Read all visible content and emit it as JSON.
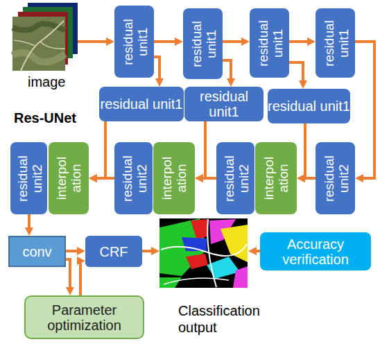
{
  "diagram": {
    "nodes": [
      {
        "text": [
          "residual unit1"
        ]
      },
      {
        "text": [
          "residual unit1"
        ]
      },
      {
        "text": [
          "residual unit1"
        ]
      },
      {
        "text": [
          "residual unit1"
        ]
      },
      {
        "text": [
          "residual unit1"
        ]
      },
      {
        "text": [
          "residual unit1"
        ]
      },
      {
        "text": [
          "residual unit1"
        ]
      },
      {
        "text": [
          "residual unit2"
        ]
      },
      {
        "text": [
          "interpol ation"
        ]
      },
      {
        "text": [
          "residual unit2"
        ]
      },
      {
        "text": [
          "interpol ation"
        ]
      },
      {
        "text": [
          "residual unit2"
        ]
      },
      {
        "text": [
          "interpol ation"
        ]
      },
      {
        "text": [
          "residual unit2"
        ]
      },
      {
        "text": [
          "conv"
        ]
      },
      {
        "text": [
          "CRF"
        ]
      },
      {
        "text": [
          "Accuracy verification"
        ]
      },
      {
        "text": [
          "Parameter optimization"
        ]
      }
    ],
    "edges": [
      {
        "from": 0,
        "to": 1,
        "arrow": "to"
      },
      {
        "from": 1,
        "to": 2,
        "arrow": "to"
      },
      {
        "from": 2,
        "to": 3,
        "arrow": "to"
      },
      {
        "from": 3,
        "to": 13,
        "arrow": "to"
      },
      {
        "from": 0,
        "to": 4,
        "arrow": "to"
      },
      {
        "from": 1,
        "to": 5,
        "arrow": "to"
      },
      {
        "from": 2,
        "to": 6,
        "arrow": "to"
      },
      {
        "from": 4,
        "to": 8,
        "arrow": "to"
      },
      {
        "from": 5,
        "to": 10,
        "arrow": "to"
      },
      {
        "from": 6,
        "to": 12,
        "arrow": "to"
      },
      {
        "from": 13,
        "to": 12,
        "arrow": "to"
      },
      {
        "from": 11,
        "to": 10,
        "arrow": "to"
      },
      {
        "from": 9,
        "to": 8,
        "arrow": "to"
      },
      {
        "from": 7,
        "to": 14,
        "arrow": "to"
      },
      {
        "from": 14,
        "to": 15,
        "arrow": "to"
      },
      {
        "from": 14,
        "to": 17,
        "arrow": "to"
      },
      {
        "from": 17,
        "to": 15,
        "arrow": "to"
      }
    ],
    "labels": [
      "image",
      "Res-UNet",
      "Classification output"
    ]
  }
}
